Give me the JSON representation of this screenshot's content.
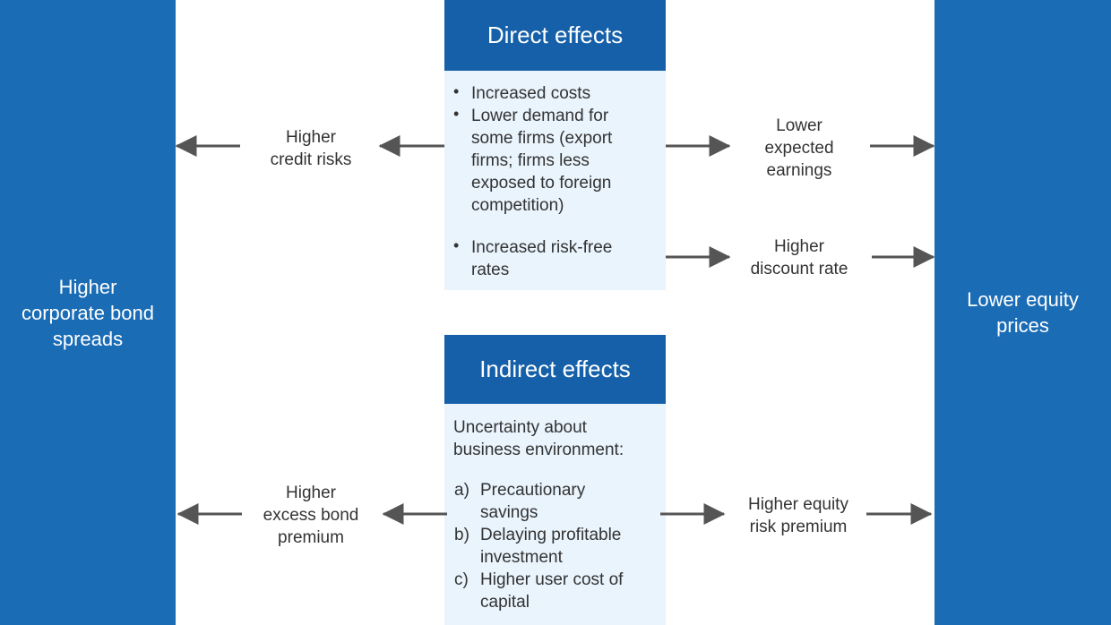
{
  "left_outcome": "Higher\ncorporate bond\nspreads",
  "right_outcome": "Lower equity\nprices",
  "direct": {
    "title": "Direct effects",
    "bullets": [
      "Increased costs",
      "Lower demand for\nsome firms (export\nfirms; firms less\nexposed to foreign\ncompetition)",
      "Increased risk-free\nrates"
    ],
    "left_channel": "Higher\ncredit risks",
    "right_channels": [
      "Lower\nexpected\nearnings",
      "Higher\ndiscount rate"
    ]
  },
  "indirect": {
    "title": "Indirect effects",
    "intro": "Uncertainty about\nbusiness environment:",
    "options": [
      {
        "key": "a)",
        "text": "Precautionary\nsavings"
      },
      {
        "key": "b)",
        "text": "Delaying profitable\ninvestment"
      },
      {
        "key": "c)",
        "text": "Higher user cost of\ncapital"
      }
    ],
    "left_channel": "Higher\nexcess bond\npremium",
    "right_channel": "Higher equity\nrisk premium"
  },
  "colors": {
    "outcome_box": "#1a6cb5",
    "header_box": "#1560a8",
    "body_box": "#e9f4fd",
    "arrow": "#555555"
  },
  "icons": {
    "arrow": "arrow-icon",
    "bullet": "bullet-icon"
  }
}
